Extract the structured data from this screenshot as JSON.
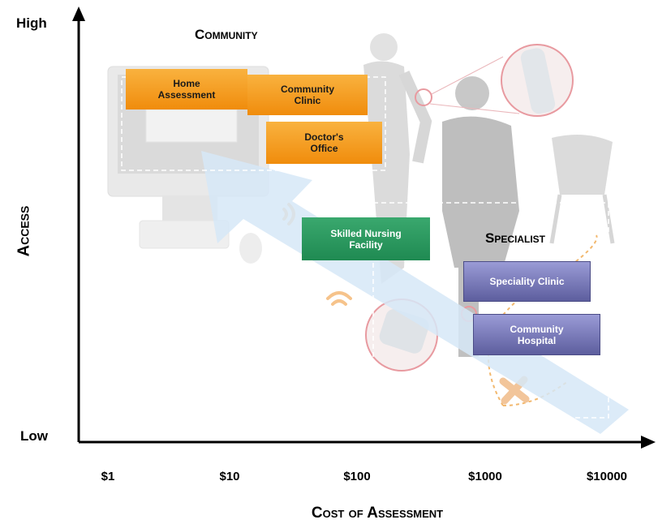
{
  "axes": {
    "y_title": "Access",
    "x_title": "Cost of Assessment",
    "y_high": "High",
    "y_low": "Low",
    "x_ticks": [
      "$1",
      "$10",
      "$100",
      "$1000",
      "$10000"
    ]
  },
  "regions": {
    "community": "Community",
    "specialist": "Specialist"
  },
  "boxes": {
    "home_assessment": "Home\nAssessment",
    "community_clinic": "Community\nClinic",
    "doctors_office": "Doctor's\nOffice",
    "skilled_nursing": "Skilled Nursing\nFacility",
    "speciality_clinic": "Speciality Clinic",
    "community_hospital": "Community\nHospital"
  },
  "colors": {
    "orange": "#f5a020",
    "green": "#2a9a60",
    "purple": "#7a7bbd",
    "arrow_blue": "#d6e8f7"
  }
}
